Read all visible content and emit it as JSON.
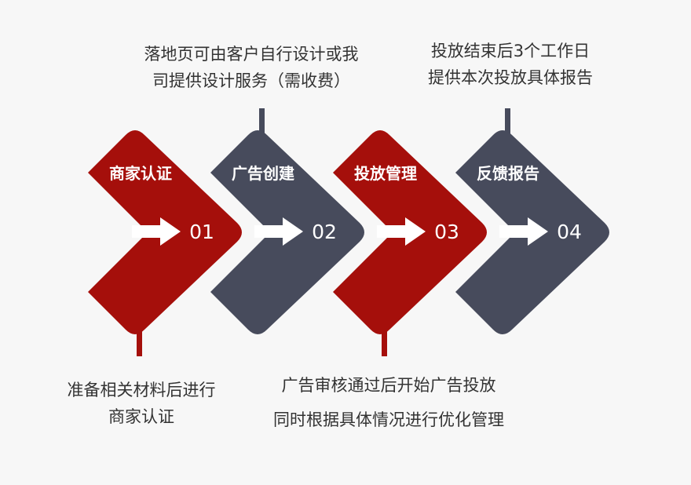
{
  "colors": {
    "red": "#a50f0b",
    "slate": "#474b5c",
    "arrow": "#ffffff",
    "text": "#333333"
  },
  "steps": [
    {
      "title": "商家认证",
      "number": "01",
      "color": "red"
    },
    {
      "title": "广告创建",
      "number": "02",
      "color": "slate"
    },
    {
      "title": "投放管理",
      "number": "03",
      "color": "red"
    },
    {
      "title": "反馈报告",
      "number": "04",
      "color": "slate"
    }
  ],
  "notes": {
    "top_1": [
      "落地页可由客户自行设计或我",
      "司提供设计服务（需收费）"
    ],
    "top_2": [
      "投放结束后3个工作日",
      "提供本次投放具体报告"
    ],
    "bottom_1": [
      "准备相关材料后进行",
      "商家认证"
    ],
    "bottom_2": [
      "广告审核通过后开始广告投放",
      "同时根据具体情况进行优化管理"
    ]
  }
}
